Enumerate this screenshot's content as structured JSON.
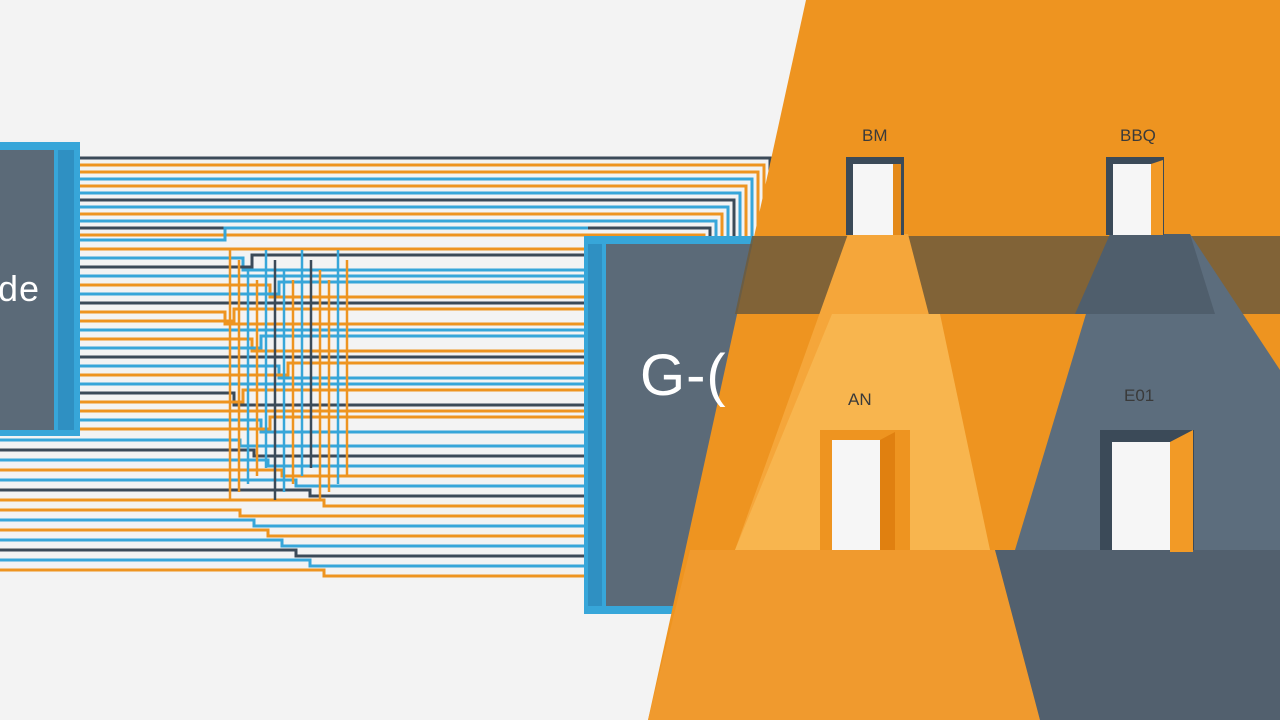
{
  "diagram": {
    "left_module": {
      "label": "de"
    },
    "right_module": {
      "label": "G-("
    },
    "doors": [
      {
        "label": "BM"
      },
      {
        "label": "BBQ"
      },
      {
        "label": "AN"
      },
      {
        "label": "E01"
      }
    ]
  },
  "colors": {
    "background": "#f3f3f3",
    "orange": "#ee9420",
    "orange_light": "#f7b24a",
    "slate": "#5a6b7b",
    "slate_dark": "#4a5664",
    "blue": "#37a6d9",
    "dark_line": "#3b4a58",
    "door": "#f6f6f6"
  }
}
